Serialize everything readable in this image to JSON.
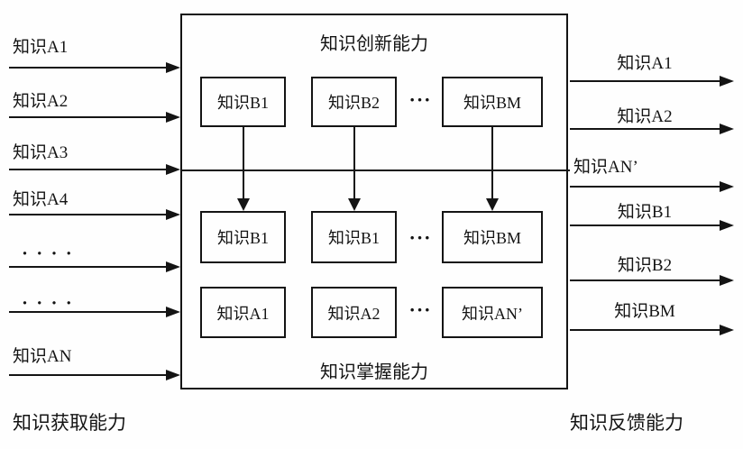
{
  "diagram": {
    "titles": {
      "innovation": "知识创新能力",
      "mastery": "知识掌握能力"
    },
    "captions": {
      "acquisition": "知识获取能力",
      "feedback": "知识反馈能力"
    },
    "ellipsis": "···",
    "left_inputs": [
      "知识A1",
      "知识A2",
      "知识A3",
      "知识A4",
      "· · · ·",
      "· · · ·",
      "知识AN"
    ],
    "right_outputs": [
      "知识A1",
      "知识A2",
      "知识AN’",
      "知识B1",
      "知识B2",
      "知识BM"
    ],
    "grid": {
      "row1": [
        "知识B1",
        "知识B2",
        "知识BM"
      ],
      "row2": [
        "知识B1",
        "知识B1",
        "知识BM"
      ],
      "row3": [
        "知识A1",
        "知识A2",
        "知识AN’"
      ]
    },
    "colors": {
      "line": "#141414",
      "background": "#fefefe"
    }
  }
}
